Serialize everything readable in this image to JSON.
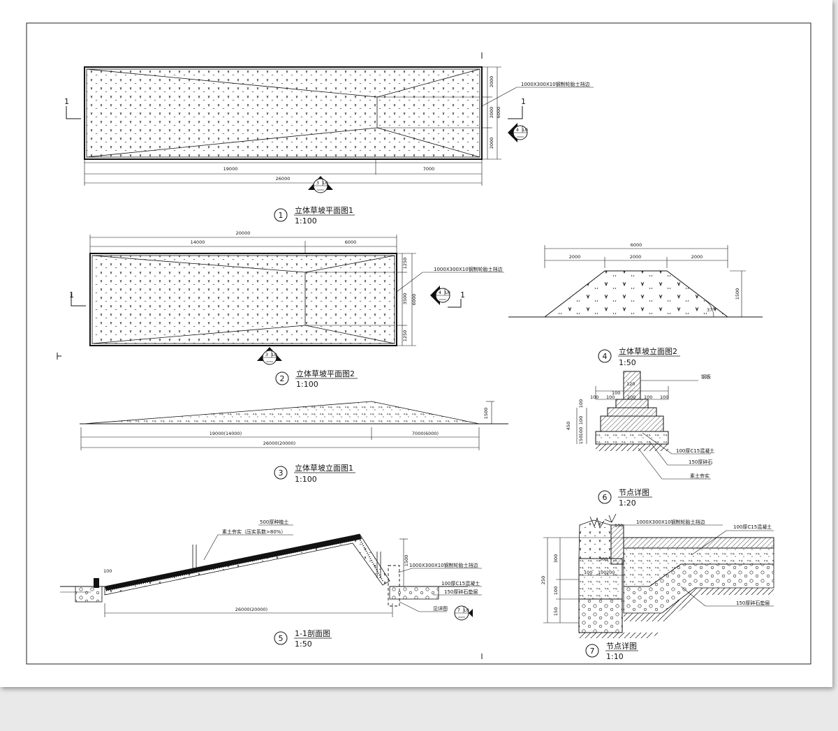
{
  "drawings": {
    "d1": {
      "num": "1",
      "title": "立体草坡平面图1",
      "scale": "1:100",
      "dims": {
        "a": "19000",
        "b": "7000",
        "total": "26000",
        "s1": "2000",
        "s2": "2000",
        "s3": "2000",
        "st": "6000"
      },
      "note": "1000X300X10钢制轮胎土挡边",
      "sec": "1",
      "ref4": "4",
      "ref3": "3",
      "sheet": "L0"
    },
    "d2": {
      "num": "2",
      "title": "立体草坡平面图2",
      "scale": "1:100",
      "dims": {
        "a": "14000",
        "b": "6000",
        "total": "20000",
        "s1": "1250",
        "s2": "3500",
        "s3": "1250",
        "st": "6000"
      },
      "note": "1000X300X10钢制轮胎土挡边",
      "sec": "1",
      "ref4": "4",
      "ref3": "3",
      "sheet": "L0"
    },
    "d3": {
      "num": "3",
      "title": "立体草坡立面图1",
      "scale": "1:100",
      "dims": {
        "a": "19000(14000)",
        "b": "7000(6000)",
        "total": "26000(20000)",
        "h": "1500"
      }
    },
    "d4": {
      "num": "4",
      "title": "立体草坡立面图2",
      "scale": "1:50",
      "dims": {
        "a": "2000",
        "b": "2000",
        "c": "2000",
        "total": "6000",
        "h": "1500",
        "ang": "37°"
      }
    },
    "d5": {
      "num": "5",
      "title": "1-1剖面图",
      "scale": "1:50",
      "dims": {
        "total": "26000(20000)",
        "h": "1500",
        "l": "100"
      },
      "notes": {
        "n1": "500厚种植土",
        "n2": "素土夯实（压实系数>80%）",
        "n3": "1000X300X10钢制轮胎土挡边",
        "n4": "100厚C15混凝土",
        "n5": "150厚碎石垫层",
        "n6": "见详图"
      },
      "ref": "7",
      "sheet": "L0"
    },
    "d6": {
      "num": "6",
      "title": "节点详图",
      "scale": "1:20",
      "notes": {
        "n1": "钢板",
        "n2": "100厚C15混凝土",
        "n3": "150厚碎石",
        "n4": "素土夯实"
      },
      "dims": {
        "d100": "100",
        "d120": "120",
        "d450": "450",
        "d150": "150",
        "d200": "200"
      }
    },
    "d7": {
      "num": "7",
      "title": "节点详图",
      "scale": "1:10",
      "notes": {
        "n1": "1000X300X10钢制轮胎土挡边",
        "n2": "100厚C15混凝土",
        "n3": "150厚碎石垫层"
      },
      "dims": {
        "d250": "250",
        "d300": "300",
        "d100": "100",
        "d150": "150",
        "d200": "200"
      }
    }
  }
}
